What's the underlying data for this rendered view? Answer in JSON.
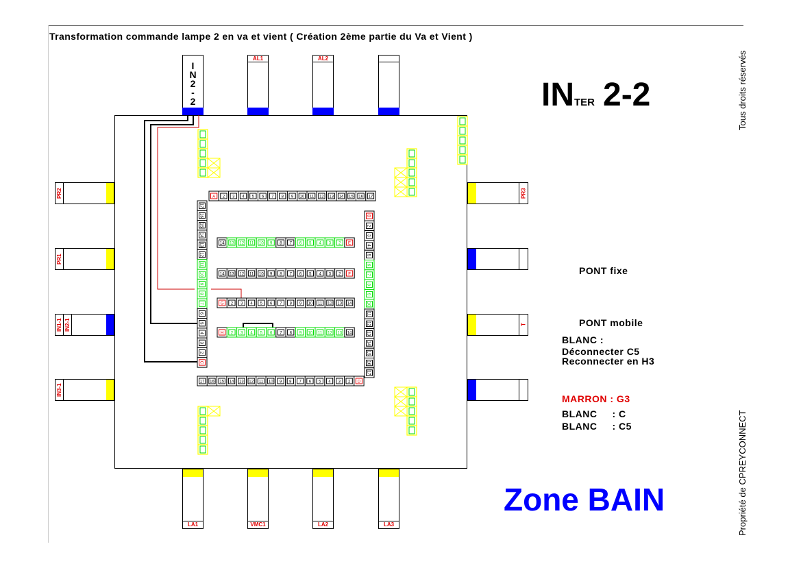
{
  "header": {
    "title": "Transformation commande lampe 2 en va et vient ( Création 2ème partie du Va et Vient )",
    "big_prefix": "IN",
    "big_sub": "TER",
    "big_suffix": "2-2",
    "rights": "Tous droits réservés",
    "owner": "Propriété de CPREYCONNECT"
  },
  "colors": {
    "yellow": "#ffff00",
    "blue": "#0000ff",
    "red": "#e00000",
    "green": "#00dd00",
    "wire_red": "#cc0000"
  },
  "modules": {
    "top": [
      {
        "label": "IN2-2",
        "cap": "blue"
      },
      {
        "label": "AL1",
        "cap": "blue"
      },
      {
        "label": "AL2",
        "cap": "blue"
      },
      {
        "label": "",
        "cap": "blue"
      }
    ],
    "left": [
      {
        "label": "PR2",
        "cap": "yellow"
      },
      {
        "label": "PR1",
        "cap": "yellow"
      },
      {
        "label": "IN1-1",
        "label2": "IN2-1",
        "cap": "blue"
      },
      {
        "label": "IN3-1",
        "cap": "yellow"
      }
    ],
    "right": [
      {
        "label": "PR3",
        "cap": "yellow"
      },
      {
        "label": "",
        "cap": "blue"
      },
      {
        "label": "T",
        "cap": "yellow"
      },
      {
        "label": "",
        "cap": "blue"
      }
    ],
    "bottom": [
      {
        "label": "LA1",
        "cap": "yellow"
      },
      {
        "label": "VMC1",
        "cap": "yellow"
      },
      {
        "label": "LA2",
        "cap": "yellow"
      },
      {
        "label": "LA3",
        "cap": "yellow"
      }
    ]
  },
  "terminals": {
    "top_row": {
      "labels": [
        "A",
        "2",
        "3",
        "4",
        "5",
        "6",
        "7",
        "8",
        "9",
        "10",
        "11",
        "12",
        "13",
        "14",
        "15",
        "16",
        "17"
      ],
      "red": [
        0
      ],
      "green": []
    },
    "left_col": {
      "labels": [
        "17",
        "16",
        "15",
        "14",
        "13",
        "12",
        "11",
        "10",
        "9",
        "8",
        "7",
        "6",
        "5",
        "4",
        "3",
        "2",
        "C"
      ],
      "red": [
        16
      ],
      "green": [
        6,
        7,
        8,
        9,
        10
      ]
    },
    "right_col": {
      "labels": [
        "B",
        "2",
        "3",
        "4",
        "5",
        "6",
        "7",
        "8",
        "9",
        "10",
        "11",
        "12",
        "13",
        "14",
        "15",
        "16",
        "17"
      ],
      "red": [
        0
      ],
      "green": [
        5,
        6,
        7,
        8,
        9
      ]
    },
    "bottom_row": {
      "labels": [
        "17",
        "16",
        "15",
        "14",
        "13",
        "12",
        "11",
        "10",
        "9",
        "8",
        "7",
        "6",
        "5",
        "4",
        "3",
        "2",
        "D"
      ],
      "red": [
        16
      ],
      "green": []
    },
    "row_E": {
      "labels": [
        "14",
        "13",
        "12",
        "11",
        "10",
        "9",
        "8",
        "7",
        "6",
        "5",
        "4",
        "3",
        "2",
        "E"
      ],
      "red": [
        13
      ],
      "green": [
        1,
        2,
        3,
        4,
        5,
        8,
        9,
        10,
        11,
        12
      ]
    },
    "row_F": {
      "labels": [
        "14",
        "13",
        "12",
        "11",
        "10",
        "9",
        "8",
        "7",
        "6",
        "5",
        "4",
        "3",
        "2",
        "F"
      ],
      "red": [
        13
      ],
      "green": []
    },
    "row_G": {
      "labels": [
        "G",
        "2",
        "3",
        "4",
        "5",
        "6",
        "7",
        "8",
        "9",
        "10",
        "11",
        "12",
        "13",
        "14"
      ],
      "red": [
        0
      ],
      "green": []
    },
    "row_H": {
      "labels": [
        "H",
        "2",
        "3",
        "4",
        "5",
        "6",
        "7",
        "8",
        "9",
        "10",
        "11",
        "12",
        "13",
        "14"
      ],
      "red": [
        0
      ],
      "green": [
        1,
        2,
        3,
        4,
        5,
        8,
        9,
        10,
        11,
        12
      ]
    }
  },
  "notes": {
    "pont_fixe": "PONT fixe",
    "pont_mobile": "PONT mobile",
    "blanc_head": "BLANC :",
    "deconnect": "Déconnecter C5",
    "reconnect": "Reconnecter en H3",
    "marron": "MARRON : G3",
    "blanc_c": "BLANC     : C",
    "blanc_c5": "BLANC     : C5"
  },
  "zone": "Zone BAIN"
}
